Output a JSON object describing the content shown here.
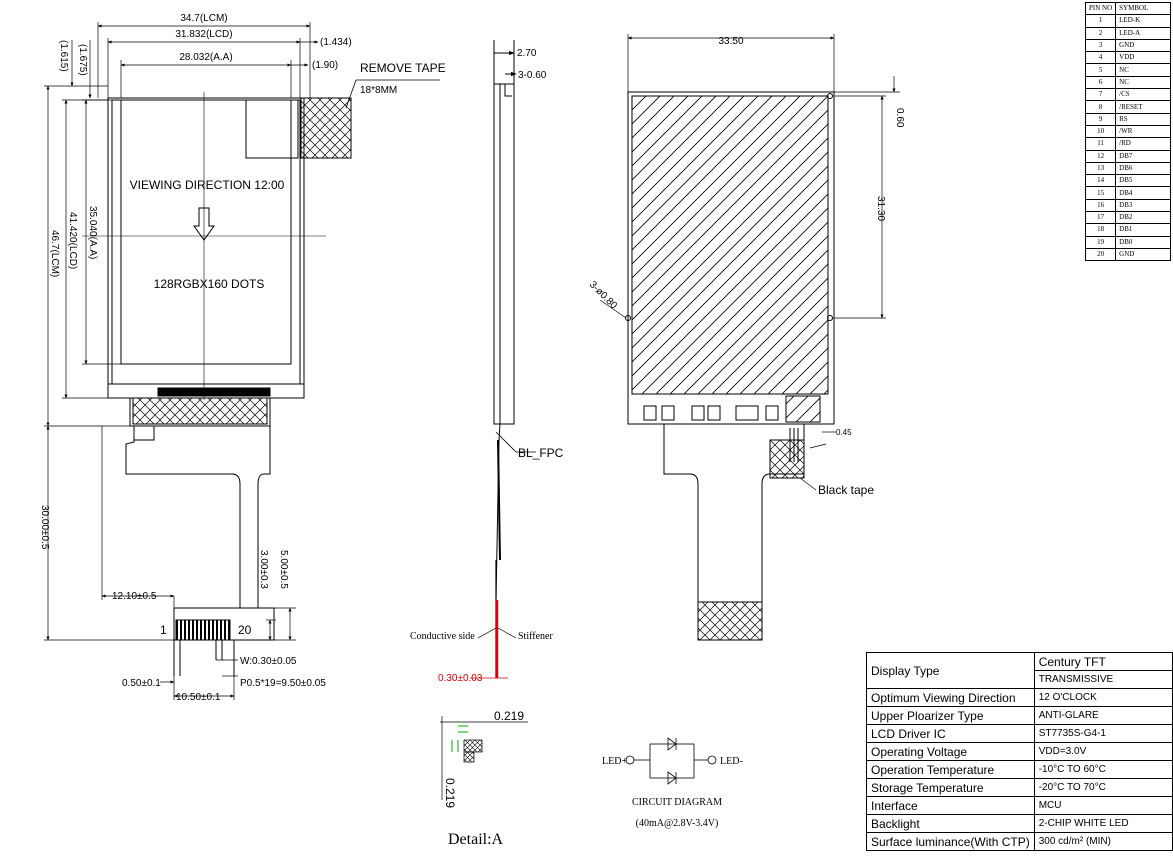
{
  "front": {
    "width_lcm": "34.7(LCM)",
    "width_lcd": "31.832(LCD)",
    "width_aa": "28.032(A.A)",
    "dim_1434": "(1.434)",
    "dim_190": "(1.90)",
    "dim_1615": "(1.615)",
    "dim_1675": "(1.675)",
    "remove_tape": "REMOVE TAPE",
    "tape_size": "18*8MM",
    "viewing_direction": "VIEWING DIRECTION 12:00",
    "dots": "128RGBX160 DOTS",
    "height_aa": "35.040(A.A)",
    "height_lcd": "41.420(LCD)",
    "height_lcm": "46.7(LCM)",
    "fpc_length": "30.00±0.5",
    "fpc_offset": "12.10±0.5",
    "dim_300": "3.00±0.3",
    "dim_500": "5.00±0.5",
    "pin_first": "1",
    "pin_last": "20",
    "pin_width": "W:0.30±0.05",
    "pin_pitch": "P0.5*19=9.50±0.05",
    "edge_offset": "0.50±0.1",
    "pad_width": "10.50±0.1"
  },
  "side": {
    "thickness": "2.70",
    "dim_060": "3-0.60",
    "bl_fpc": "BL_FPC",
    "conductive_side": "Conductive side",
    "stiffener": "Stiffener",
    "stiffener_thickness": "0.30±0.03"
  },
  "detail": {
    "dim_top": "0.219",
    "dim_side": "0.219",
    "label": "Detail:A"
  },
  "circuit": {
    "led_plus": "LED+",
    "led_minus": "LED-",
    "title": "CIRCUIT DIAGRAM",
    "rating": "(40mA@2.8V-3.4V)"
  },
  "back": {
    "width": "33.50",
    "dim_060": "0.60",
    "height": "31.30",
    "holes": "3-ø0.80",
    "dim_045": "0.45",
    "black_tape": "Black tape"
  },
  "pin_table": {
    "headers": [
      "PIN NO",
      "SYMBOL"
    ],
    "rows": [
      [
        "1",
        "LED-K"
      ],
      [
        "2",
        "LED-A"
      ],
      [
        "3",
        "GND"
      ],
      [
        "4",
        "VDD"
      ],
      [
        "5",
        "NC"
      ],
      [
        "6",
        "NC"
      ],
      [
        "7",
        "/CS"
      ],
      [
        "8",
        "/RESET"
      ],
      [
        "9",
        "RS"
      ],
      [
        "10",
        "/WR"
      ],
      [
        "11",
        "/RD"
      ],
      [
        "12",
        "DB7"
      ],
      [
        "13",
        "DB6"
      ],
      [
        "14",
        "DB5"
      ],
      [
        "15",
        "DB4"
      ],
      [
        "16",
        "DB3"
      ],
      [
        "17",
        "DB2"
      ],
      [
        "18",
        "DB1"
      ],
      [
        "19",
        "DB0"
      ],
      [
        "20",
        "GND"
      ]
    ]
  },
  "spec_table": {
    "rows": [
      {
        "key": "Display Type",
        "values": [
          "Century TFT",
          "TRANSMISSIVE"
        ]
      },
      {
        "key": "Optimum Viewing Direction",
        "values": [
          "12 O'CLOCK"
        ]
      },
      {
        "key": "Upper Ploarizer Type",
        "values": [
          "ANTI-GLARE"
        ]
      },
      {
        "key": "LCD Driver IC",
        "values": [
          "ST7735S-G4-1"
        ]
      },
      {
        "key": "Operating Voltage",
        "values": [
          "VDD=3.0V"
        ]
      },
      {
        "key": "Operation Temperature",
        "values": [
          "-10°C TO 60°C"
        ]
      },
      {
        "key": "Storage Temperature",
        "values": [
          "-20°C TO 70°C"
        ]
      },
      {
        "key": "Interface",
        "values": [
          "MCU"
        ]
      },
      {
        "key": "Backlight",
        "values": [
          "2-CHIP WHITE LED"
        ]
      },
      {
        "key": "Surface luminance(With CTP)",
        "values": [
          "300 cd/m² (MIN)"
        ]
      }
    ]
  }
}
